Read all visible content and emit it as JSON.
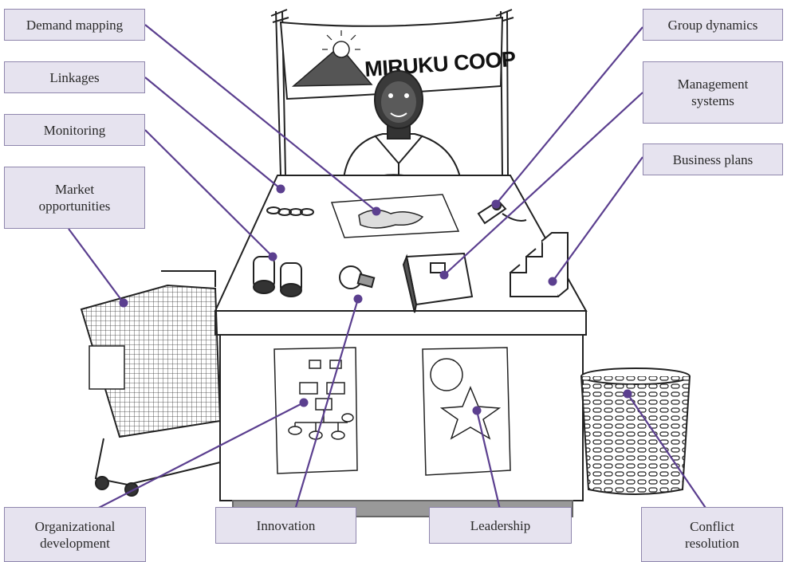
{
  "banner": {
    "text": "MIRUKU COOP"
  },
  "labels": {
    "demand_mapping": "Demand mapping",
    "linkages": "Linkages",
    "monitoring": "Monitoring",
    "market_opportunities": "Market\nopportunities",
    "group_dynamics": "Group dynamics",
    "management_systems": "Management\nsystems",
    "business_plans": "Business plans",
    "organizational_development": "Organizational\ndevelopment",
    "innovation": "Innovation",
    "leadership": "Leadership",
    "conflict_resolution": "Conflict\nresolution"
  },
  "colors": {
    "label_fill": "#e6e3ef",
    "label_border": "#8f86ad",
    "connector": "#5b3f8f"
  }
}
